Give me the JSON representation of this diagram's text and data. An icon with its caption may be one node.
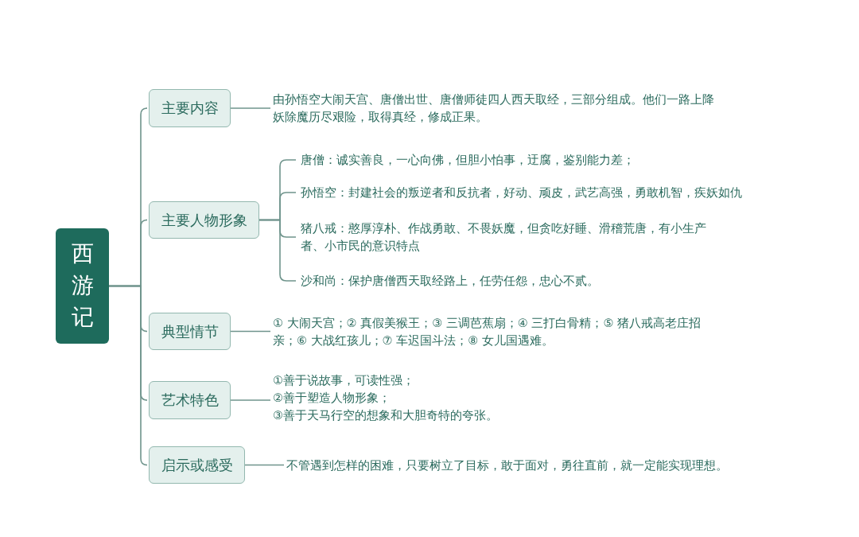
{
  "diagram": {
    "nodes": [
      {
        "text": [
          "西游记"
        ]
      },
      {
        "text": [
          "主要内容"
        ]
      },
      {
        "text": [
          "主要人物形象"
        ]
      },
      {
        "text": [
          "典型情节"
        ]
      },
      {
        "text": [
          "艺术特色"
        ]
      },
      {
        "text": [
          "启示或感受"
        ]
      },
      {
        "text": [
          "由孙悟空大闹天宫、唐僧出世、唐僧师徒四人西天取经，三部分组成。他们一路上降妖除魔历尽艰险，取得真经，修成正果。"
        ]
      },
      {
        "text": [
          "唐僧：诚实善良，一心向佛，但胆小怕事，迂腐，鉴别能力差；"
        ]
      },
      {
        "text": [
          "孙悟空：封建社会的叛逆者和反抗者，好动、顽皮，武艺高强，勇敢机智，疾妖如仇"
        ]
      },
      {
        "text": [
          "猪八戒：憨厚淳朴、作战勇敢、不畏妖魔，但贪吃好睡、滑稽荒唐，有小生产者、小市民的意识特点"
        ]
      },
      {
        "text": [
          "沙和尚：保护唐僧西天取经路上，任劳任怨，忠心不贰。"
        ]
      },
      {
        "text": [
          "① 大闹天宫；② 真假美猴王；③ 三调芭蕉扇；④ 三打白骨精；⑤ 猪八戒高老庄招亲；⑥ 大战红孩儿；⑦ 车迟国斗法；⑧ 女儿国遇难。"
        ]
      },
      {
        "text": [
          "①善于说故事，可读性强；",
          "②善于塑造人物形象；",
          "③善于天马行空的想象和大胆奇特的夸张。"
        ]
      },
      {
        "text": [
          "不管遇到怎样的困难，只要树立了目标，敢于面对，勇往直前，就一定能实现理想。"
        ]
      }
    ],
    "edges": [
      {
        "from": 0,
        "to": 1,
        "arrow": "none"
      },
      {
        "from": 0,
        "to": 2,
        "arrow": "none"
      },
      {
        "from": 0,
        "to": 3,
        "arrow": "none"
      },
      {
        "from": 0,
        "to": 4,
        "arrow": "none"
      },
      {
        "from": 0,
        "to": 5,
        "arrow": "none"
      },
      {
        "from": 1,
        "to": 6,
        "arrow": "none"
      },
      {
        "from": 2,
        "to": 7,
        "arrow": "none"
      },
      {
        "from": 2,
        "to": 8,
        "arrow": "none"
      },
      {
        "from": 2,
        "to": 9,
        "arrow": "none"
      },
      {
        "from": 2,
        "to": 10,
        "arrow": "none"
      },
      {
        "from": 3,
        "to": 11,
        "arrow": "none"
      },
      {
        "from": 4,
        "to": 12,
        "arrow": "none"
      },
      {
        "from": 5,
        "to": 13,
        "arrow": "none"
      }
    ]
  }
}
